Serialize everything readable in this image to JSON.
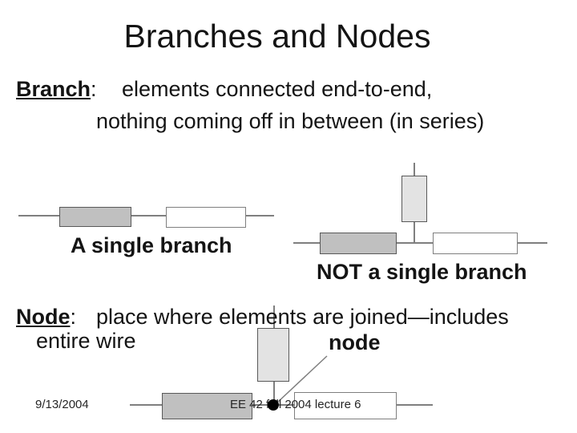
{
  "slide": {
    "title": "Branches and Nodes",
    "branch_definition": {
      "term": "Branch",
      "colon": ":",
      "line1": "elements connected end-to-end,",
      "line2": "nothing coming off in between (in series)"
    },
    "node_definition": {
      "term": "Node",
      "colon": ":",
      "line1": "place where elements are joined—includes",
      "line2": "entire wire"
    },
    "figures": {
      "single_branch": {
        "caption": "A single branch",
        "elements": [
          "gray-element",
          "white-element"
        ],
        "layout": "two elements in series on one horizontal wire"
      },
      "not_single_branch": {
        "caption": "NOT a single branch",
        "elements": [
          "gray-element",
          "white-element",
          "light-vertical-element"
        ],
        "layout": "vertical element tapping the wire between two series elements"
      },
      "node_figure": {
        "callout": "node",
        "elements": [
          "gray-element",
          "white-element",
          "light-vertical-element",
          "junction-dot"
        ],
        "layout": "three elements meeting at a black junction dot on the wire"
      }
    },
    "footer": {
      "date": "9/13/2004",
      "course": "EE 42 fall 2004 lecture 6"
    },
    "colors": {
      "background": "#ffffff",
      "text": "#141414",
      "element_gray_fill": "#c0c0c0",
      "element_light_fill": "#e3e3e3",
      "element_white_fill": "#ffffff",
      "element_border": "#595959",
      "wire_gray": "#7f7f7f",
      "node_dot": "#000000"
    }
  }
}
